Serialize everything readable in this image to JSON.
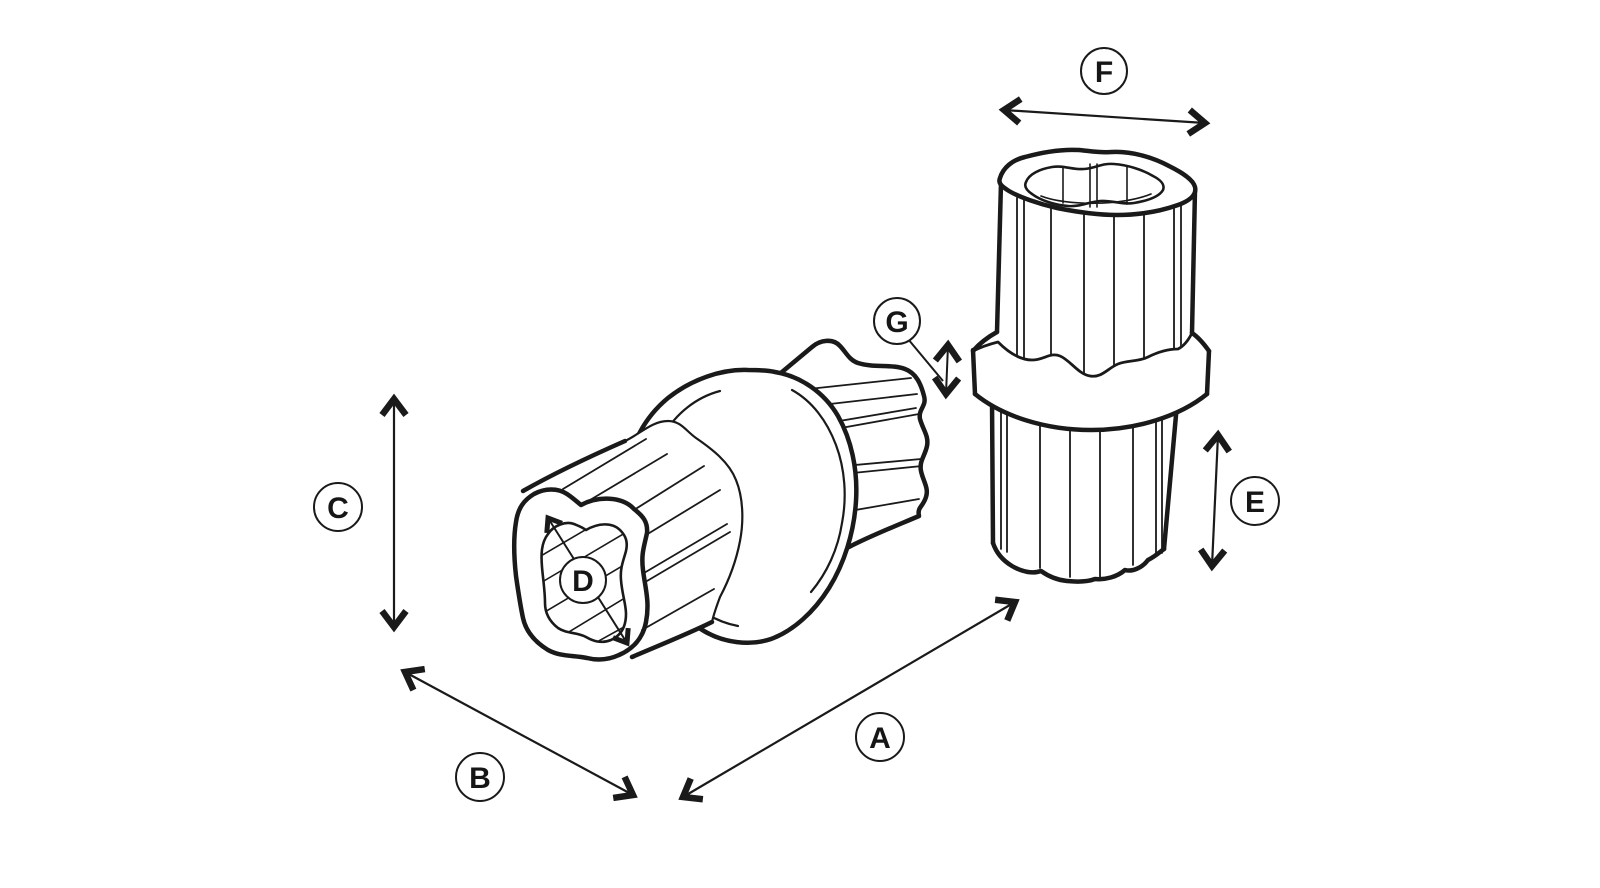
{
  "canvas": {
    "background": "#ffffff",
    "line_color": "#1a1a1a"
  },
  "figure": {
    "type": "isometric-technical-line-drawing",
    "subject": "Two star-profile (four-lobe) tube couplers, each with a round collar ring; one shown horizontally with open bore facing viewer, one shown upright",
    "views": [
      "horizontal coupler with collar ring and open clover bore",
      "upright coupler with collar ring"
    ]
  },
  "dimension_labels": [
    {
      "id": "dim-a",
      "letter": "A"
    },
    {
      "id": "dim-b",
      "letter": "B"
    },
    {
      "id": "dim-c",
      "letter": "C"
    },
    {
      "id": "dim-d",
      "letter": "D"
    },
    {
      "id": "dim-e",
      "letter": "E"
    },
    {
      "id": "dim-f",
      "letter": "F"
    },
    {
      "id": "dim-g",
      "letter": "G"
    }
  ]
}
